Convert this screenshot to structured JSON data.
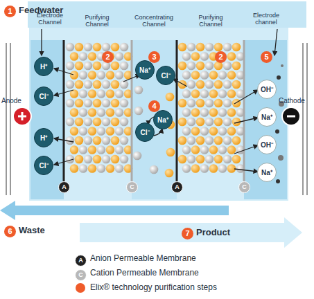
{
  "diagram": {
    "nodes": [
      {
        "text": [
          "H⁺"
        ]
      },
      {
        "text": [
          "Cl⁻"
        ]
      },
      {
        "text": [
          "H⁺"
        ]
      },
      {
        "text": [
          "Cl⁻"
        ]
      },
      {
        "text": [
          "Na⁺"
        ]
      },
      {
        "text": [
          "Cl⁻"
        ]
      },
      {
        "text": [
          "Na⁺"
        ]
      },
      {
        "text": [
          "Cl⁻"
        ]
      },
      {
        "text": [
          "OH⁻"
        ]
      },
      {
        "text": [
          "Na⁺"
        ]
      },
      {
        "text": [
          "OH⁻"
        ]
      },
      {
        "text": [
          "Na⁺"
        ]
      }
    ],
    "labels": [
      "1",
      "Feedwater",
      "Electrode Channel",
      "Purifying Channel",
      "Concentrating Channel",
      "Purifying Channel",
      "Electrode channel",
      "2",
      "3",
      "2",
      "4",
      "5",
      "Anode",
      "Cathode",
      "A",
      "C",
      "A",
      "C",
      "6",
      "Waste",
      "7",
      "Product",
      "A",
      "C"
    ],
    "legend": [
      {
        "text": "Anion Permeable Membrane"
      },
      {
        "text": "Cation Permeable Membrane"
      },
      {
        "text": "Elix® technology purification steps",
        "color": "#ef5b2a"
      }
    ]
  }
}
